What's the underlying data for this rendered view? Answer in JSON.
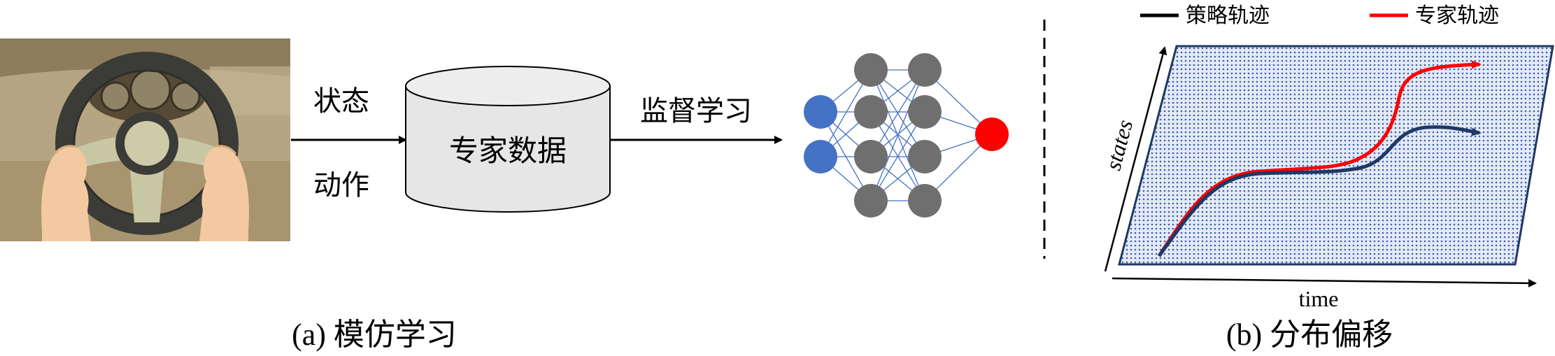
{
  "part_a": {
    "caption": "(a) 模仿学习",
    "input_top_label": "状态",
    "input_bottom_label": "动作",
    "database_label": "专家数据",
    "arrow_label": "监督学习"
  },
  "part_b": {
    "caption": "(b) 分布偏移",
    "legend": [
      {
        "label": "策略轨迹",
        "color": "#000000"
      },
      {
        "label": "专家轨迹",
        "color": "#ff0000"
      }
    ],
    "xlabel": "time",
    "ylabel": "states"
  },
  "colors": {
    "input_node": "#4472c4",
    "hidden_node": "#6f6f6f",
    "output_node": "#ff0000",
    "policy_curve": "#1f3864",
    "expert_curve": "#ff0000",
    "plane_fill": "#dbe3f3",
    "plane_dots": "#3f5fae"
  }
}
